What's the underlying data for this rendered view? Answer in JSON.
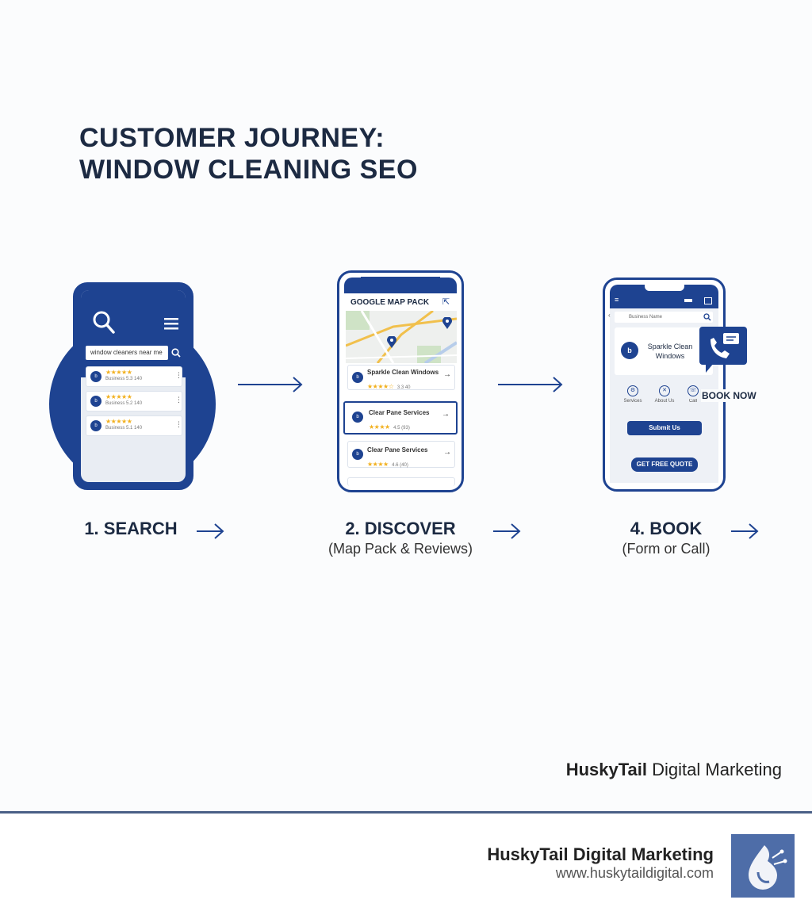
{
  "title": {
    "line1": "CUSTOMER JOURNEY:",
    "line2": "WINDOW CLEANING SEO"
  },
  "phone1": {
    "search_text": "window cleaners near me",
    "results": [
      {
        "stars": "★★★★★",
        "meta": "Business 5.3 140"
      },
      {
        "stars": "★★★★★",
        "meta": "Business 5.2 140"
      },
      {
        "stars": "★★★★★",
        "meta": "Business 5.1 140"
      }
    ]
  },
  "phone2": {
    "header": "GOOGLE MAP PACK",
    "results": [
      {
        "name": "Sparkle Clean Windows",
        "stars": "★★★★☆",
        "meta": "3.3 40"
      },
      {
        "name": "Clear Pane Services",
        "stars": "★★★★",
        "meta": "4.5 (93)"
      },
      {
        "name": "Clear Pane Services",
        "stars": "★★★★",
        "meta": "4.6 (40)"
      }
    ]
  },
  "phone3": {
    "search_text": "Business Name",
    "business_name": "Sparkle Clean Windows",
    "icons": [
      {
        "label": "Services"
      },
      {
        "label": "About Us"
      },
      {
        "label": "Call"
      }
    ],
    "book_now": "BOOK NOW",
    "submit_label": "Submit Us",
    "quote_label": "GET FREE QUOTE"
  },
  "steps": [
    {
      "title": "1. SEARCH",
      "sub": ""
    },
    {
      "title": "2. DISCOVER",
      "sub": "(Map Pack & Reviews)"
    },
    {
      "title": "4. BOOK",
      "sub": "(Form or Call)"
    }
  ],
  "watermark": {
    "brand": "HuskyTail",
    "rest": "Digital Marketing"
  },
  "footer": {
    "company": "HuskyTail Digital Marketing",
    "url": "www.huskytaildigital.com"
  },
  "colors": {
    "brand_blue": "#1e4391",
    "star": "#f2b01e",
    "text_dark": "#1c2a42"
  }
}
